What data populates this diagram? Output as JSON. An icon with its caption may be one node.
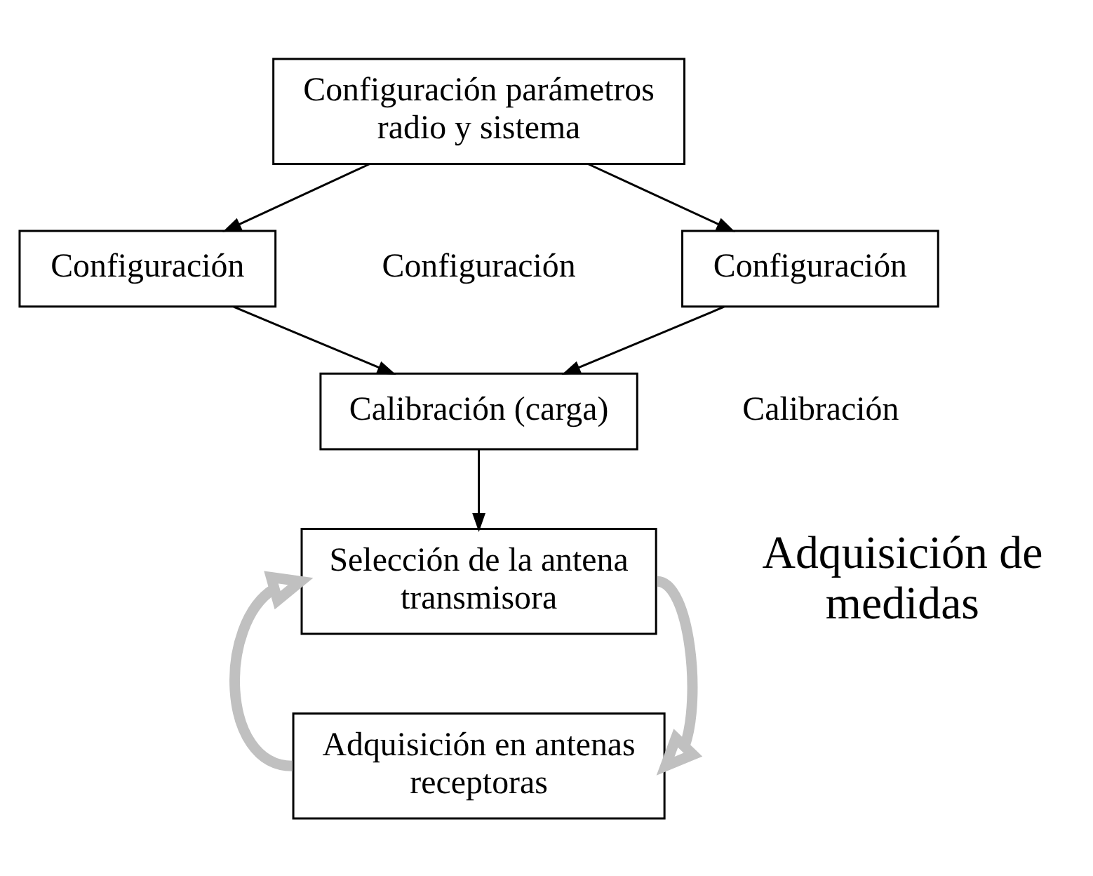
{
  "diagram": {
    "nodes": [
      {
        "text": [
          "Configuración parámetros radio y sistema"
        ]
      },
      {
        "text": [
          "Configuración"
        ]
      },
      {
        "text": [
          "Configuración"
        ]
      },
      {
        "text": [
          "Calibración (carga)"
        ]
      },
      {
        "text": [
          "Selección de la antena transmisora"
        ]
      },
      {
        "text": [
          "Adquisición en antenas receptoras"
        ]
      }
    ],
    "edges": [
      {
        "from": 0,
        "to": 1,
        "arrow": "to"
      },
      {
        "from": 0,
        "to": 2,
        "arrow": "to"
      },
      {
        "from": 1,
        "to": 3,
        "arrow": "to"
      },
      {
        "from": 2,
        "to": 3,
        "arrow": "to"
      },
      {
        "from": 3,
        "to": 4,
        "arrow": "to"
      },
      {
        "from": 4,
        "to": 5,
        "arrow": "to",
        "style": "thick",
        "color": "#c0c0c0"
      },
      {
        "from": 5,
        "to": 4,
        "arrow": "to",
        "style": "thick",
        "color": "#c0c0c0"
      }
    ],
    "labels": [
      "Configuración",
      "Calibración",
      "Adquisición de medidas"
    ]
  }
}
